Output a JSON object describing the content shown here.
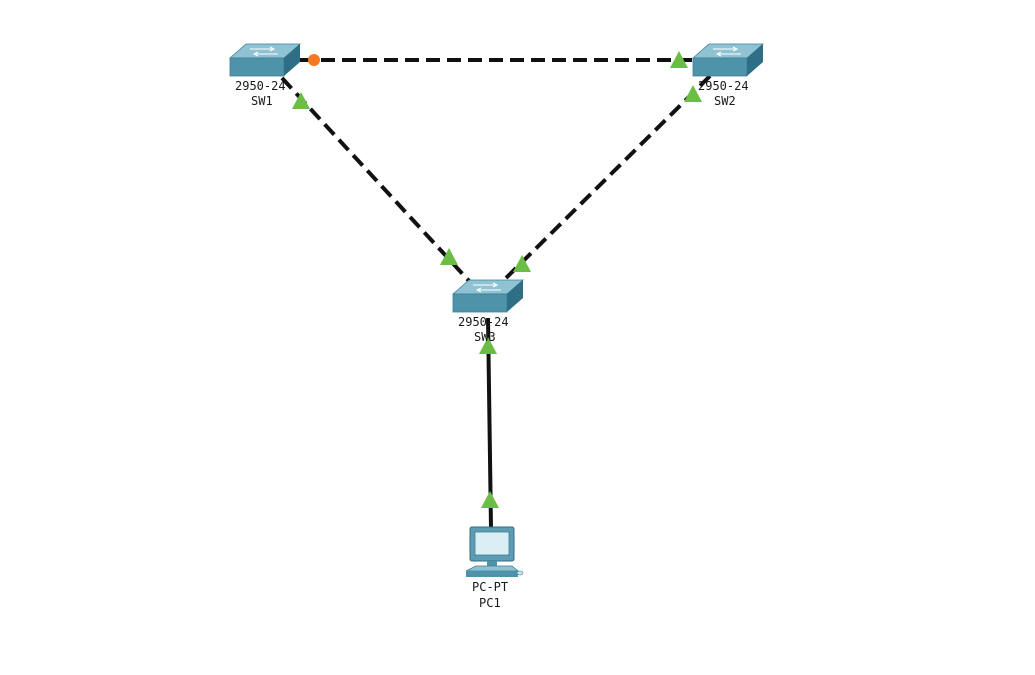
{
  "devices": {
    "sw1": {
      "model": "2950-24",
      "name": "SW1"
    },
    "sw2": {
      "model": "2950-24",
      "name": "SW2"
    },
    "sw3": {
      "model": "2950-24",
      "name": "SW3"
    },
    "pc1": {
      "model": "PC-PT",
      "name": "PC1"
    }
  },
  "links": [
    {
      "from": "sw1",
      "to": "sw2",
      "style": "dashed",
      "from_status": "blocking",
      "to_status": "up"
    },
    {
      "from": "sw1",
      "to": "sw3",
      "style": "dashed",
      "from_status": "up",
      "to_status": "up"
    },
    {
      "from": "sw2",
      "to": "sw3",
      "style": "dashed",
      "from_status": "up",
      "to_status": "up"
    },
    {
      "from": "sw3",
      "to": "pc1",
      "style": "solid",
      "from_status": "up",
      "to_status": "up"
    }
  ],
  "colors": {
    "link_up": "#6bbd45",
    "link_blocking": "#f47920",
    "switch_top": "#8fc3d3",
    "switch_front": "#4f93aa",
    "switch_side": "#2f6f86"
  }
}
